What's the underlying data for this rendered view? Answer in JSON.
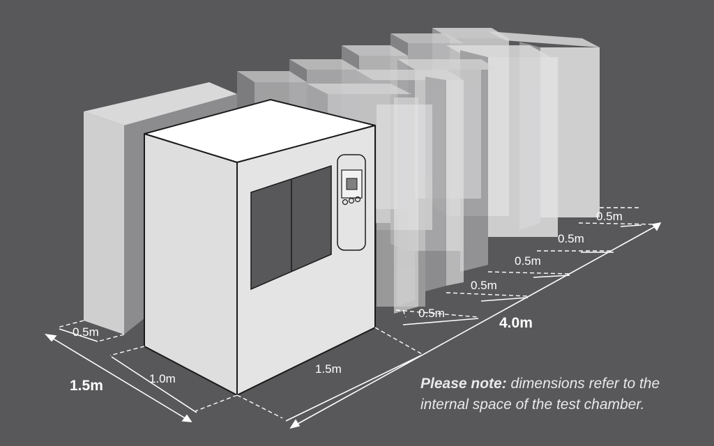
{
  "dimensions": {
    "panel_depth": "0.5m",
    "chamber_width": "1.0m",
    "chamber_depth": "1.5m",
    "overall_width": "1.5m",
    "overall_length": "4.0m",
    "spacing": [
      "0.5m",
      "0.5m",
      "0.5m",
      "0.5m",
      "0.5m"
    ]
  },
  "note": {
    "bold": "Please note:",
    "text": " dimensions refer to the internal space of the test chamber."
  }
}
